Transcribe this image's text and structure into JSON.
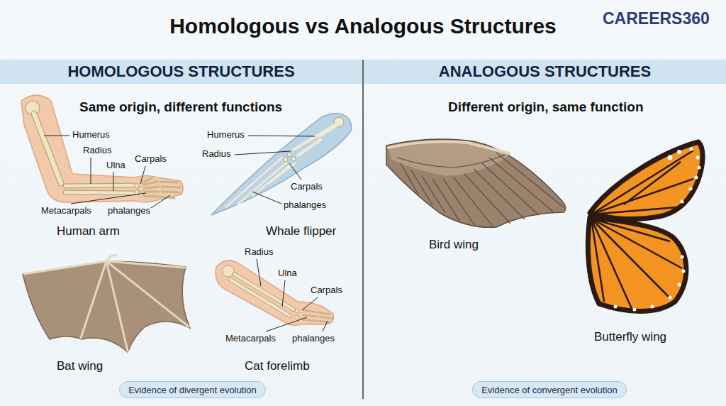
{
  "diagram": {
    "title": "Homologous vs Analogous Structures",
    "nodes": [
      {
        "text": [
          "HOMOLOGOUS STRUCTURES"
        ]
      },
      {
        "text": [
          "ANALOGOUS STRUCTURES"
        ]
      },
      {
        "text": [
          "Evidence of divergent evolution"
        ]
      },
      {
        "text": [
          "Evidence of convergent evolution"
        ]
      }
    ],
    "labels": [
      "CAREERS360",
      "Same origin, different functions",
      "Humerus",
      "Radius",
      "Ulna",
      "Carpals",
      "Metacarpals",
      "phalanges",
      "Human arm",
      "Humerus",
      "Radius",
      "Carpals",
      "phalanges",
      "Whale flipper",
      "Bat wing",
      "Radius",
      "Ulna",
      "Carpals",
      "Metacarpals",
      "phalanges",
      "Cat forelimb",
      "Different origin, same function",
      "Bird wing",
      "Butterfly wing"
    ]
  }
}
